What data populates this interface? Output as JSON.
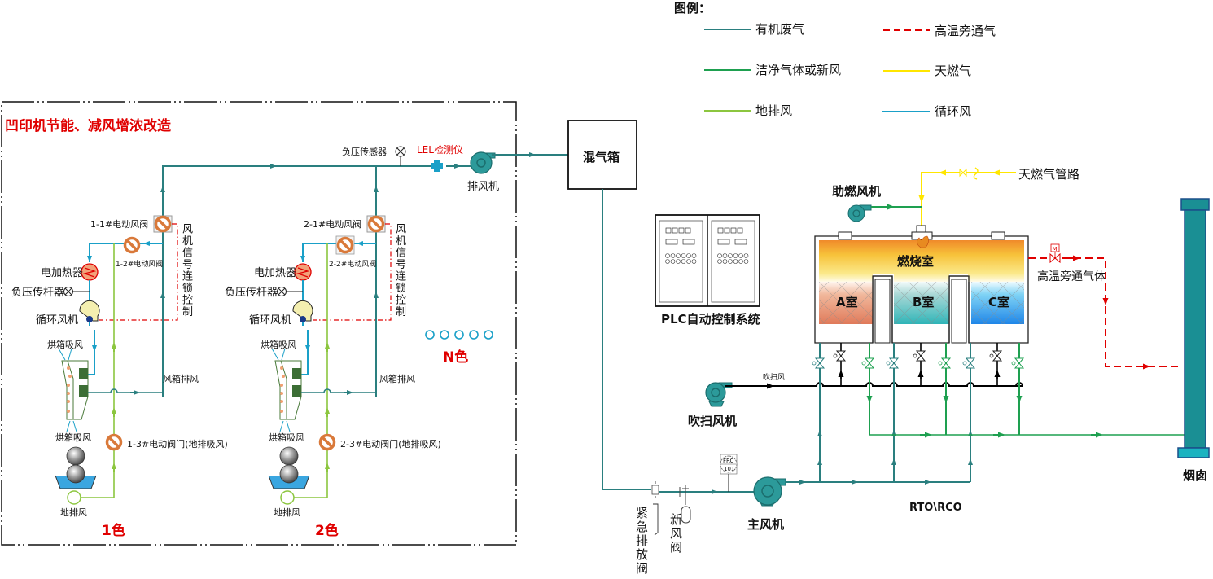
{
  "colors": {
    "organic_exhaust": "#2a7f7f",
    "clean_gas": "#1ea050",
    "floor_exhaust": "#8cc63f",
    "high_temp_bypass": "#e00000",
    "natural_gas": "#ffe600",
    "recirculation": "#1aa0c8",
    "fan_fill": "#2c9a9a",
    "valve_orange": "#d9793a",
    "title_red": "#e00000"
  },
  "legend": {
    "title": "图例：",
    "items": [
      {
        "label": "有机废气",
        "style": "solid",
        "color_key": "organic_exhaust"
      },
      {
        "label": "高温旁通气",
        "style": "dashed",
        "color_key": "high_temp_bypass"
      },
      {
        "label": "洁净气体或新风",
        "style": "solid",
        "color_key": "clean_gas"
      },
      {
        "label": "天燃气",
        "style": "solid",
        "color_key": "natural_gas"
      },
      {
        "label": "地排风",
        "style": "solid",
        "color_key": "floor_exhaust"
      },
      {
        "label": "循环风",
        "style": "solid",
        "color_key": "recirculation"
      }
    ]
  },
  "press_section": {
    "title": "凹印机节能、减风增浓改造",
    "pressure_sensor_main": "负压传感器",
    "lel_detector": "LEL检测仪",
    "exhaust_fan": "排风机",
    "n_color": "N色",
    "units": [
      {
        "color_label": "1色",
        "valve_1": "1-1#电动风阀",
        "valve_2": "1-2#电动风阀",
        "valve_3": "1-3#电动阀门(地排吸风)",
        "heater": "电加热器",
        "pressure_transmitter": "负压传杆器",
        "circ_fan": "循环风机",
        "oven_intake_top": "烘箱吸风",
        "oven_intake_bottom": "烘箱吸风",
        "oven_exhaust": "风箱排风",
        "floor_exhaust": "地排风",
        "interlock": "风机信号连锁控制"
      },
      {
        "color_label": "2色",
        "valve_1": "2-1#电动风阀",
        "valve_2": "2-2#电动风阀",
        "valve_3": "2-3#电动阀门(地排吸风)",
        "heater": "电加热器",
        "pressure_transmitter": "负压传杆器",
        "circ_fan": "循环风机",
        "oven_intake_top": "烘箱吸风",
        "oven_intake_bottom": "烘箱吸风",
        "oven_exhaust": "风箱排风",
        "floor_exhaust": "地排风",
        "interlock": "风机信号连锁控制"
      }
    ]
  },
  "mixing_box": "混气箱",
  "plc": "PLC自动控制系统",
  "emergency_valve": "紧急排放阀",
  "fresh_air_valve": "新风阀",
  "frc_tag": {
    "line1": "FRC",
    "line2": "101"
  },
  "main_fan": "主风机",
  "purge_fan": "吹扫风机",
  "purge_air": "吹扫风",
  "combustion_fan": "助燃风机",
  "gas_pipeline": "天燃气管路",
  "combustion_chamber": "燃烧室",
  "chambers": [
    "A室",
    "B室",
    "C室"
  ],
  "bypass_gas": "高温旁通气体",
  "bypass_valve_tag": "M",
  "rto_label": "RTO\\RCO",
  "chimney": "烟囱"
}
